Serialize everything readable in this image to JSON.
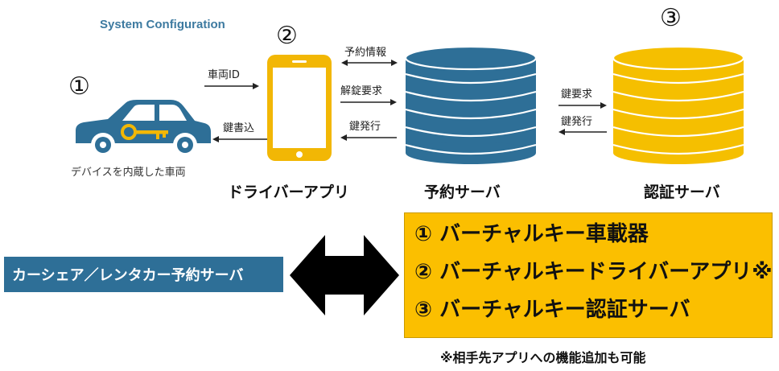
{
  "diagram": {
    "title": "System Configuration",
    "nodes": {
      "car": {
        "number": "①",
        "caption": "デバイスを内蔵した車両",
        "icon": "car-with-key-icon"
      },
      "phone": {
        "number": "②",
        "caption": "ドライバーアプリ",
        "icon": "smartphone-icon"
      },
      "reservation_server": {
        "caption": "予約サーバ",
        "icon": "database-icon",
        "color": "#2e6f97"
      },
      "auth_server": {
        "number": "③",
        "caption": "認証サーバ",
        "icon": "database-icon",
        "color": "#f5bf00"
      }
    },
    "arrows": {
      "vehicle_id": "車両ID",
      "key_write": "鍵書込",
      "reservation_info": "予約情報",
      "unlock_request": "解錠要求",
      "key_issue_app": "鍵発行",
      "key_request": "鍵要求",
      "key_issue_auth": "鍵発行"
    }
  },
  "lower": {
    "external_server": "カーシェア／レンタカー予約サーバ",
    "items": [
      "① バーチャルキー車載器",
      "② バーチャルキードライバーアプリ※",
      "③ バーチャルキー認証サーバ"
    ],
    "note": "※相手先アプリへの機能追加も可能"
  },
  "colors": {
    "accent_blue": "#2e6f97",
    "accent_yellow": "#fbbf00",
    "key_gold": "#f2b705"
  }
}
